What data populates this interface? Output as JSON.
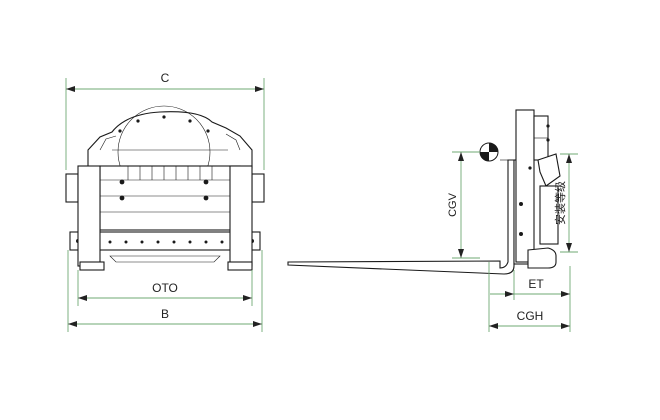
{
  "labels": {
    "overall_width": "C",
    "outside_to_outside": "OTO",
    "base_width": "B",
    "center_gravity_vertical": "CGV",
    "effective_thickness": "ET",
    "center_gravity_horizontal": "CGH",
    "mounting_class": "安装等级"
  },
  "colors": {
    "dimension_line": "#6fa873",
    "outline": "#1a1a1a",
    "background": "#ffffff"
  }
}
